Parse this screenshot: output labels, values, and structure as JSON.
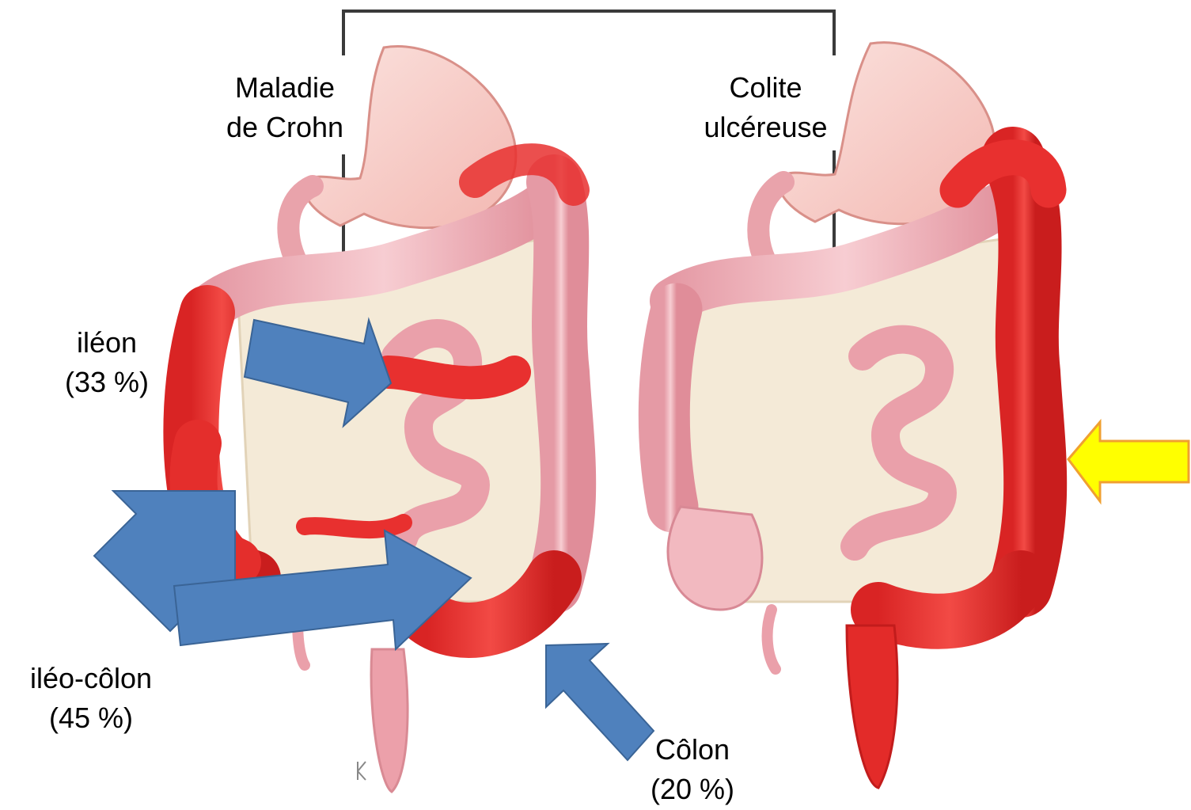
{
  "headers": {
    "crohn": {
      "line1": "Maladie",
      "line2": "de Crohn"
    },
    "uc": {
      "line1": "Colite",
      "line2": "ulcéreuse"
    }
  },
  "labels": {
    "ileum": {
      "name": "iléon",
      "pct": "(33 %)"
    },
    "ileocolon": {
      "name": "iléo-côlon",
      "pct": "(45 %)"
    },
    "colon": {
      "name": "Côlon",
      "pct": "(20 %)"
    }
  },
  "colors": {
    "pointer_arrow": "#4f81bd",
    "highlight_arrow": "#ffff00",
    "inflamed": "#e8302f",
    "healthy": "#f2b9c0",
    "mesentery": "#f4ead7"
  }
}
